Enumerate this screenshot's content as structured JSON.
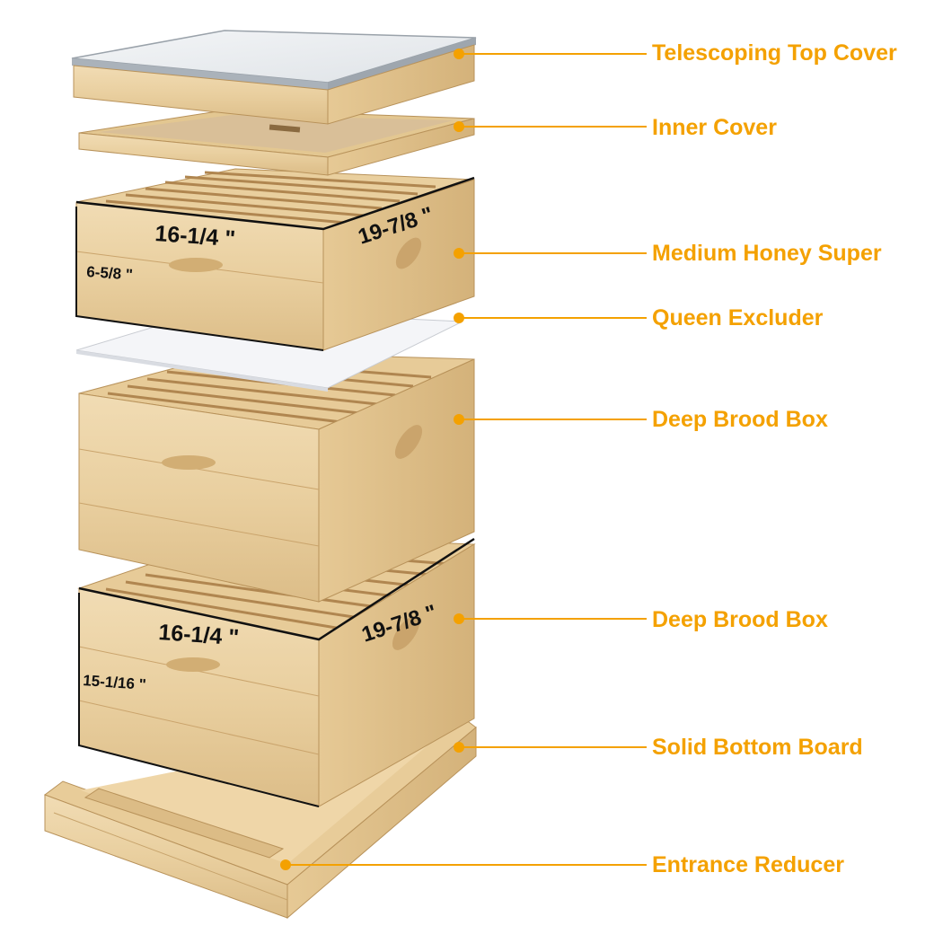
{
  "components": [
    {
      "label": "Telescoping Top Cover"
    },
    {
      "label": "Inner Cover"
    },
    {
      "label": "Medium Honey Super"
    },
    {
      "label": "Queen Excluder"
    },
    {
      "label": "Deep Brood Box"
    },
    {
      "label": "Deep Brood Box"
    },
    {
      "label": "Solid Bottom Board"
    },
    {
      "label": "Entrance Reducer"
    }
  ],
  "dimensions": {
    "super_width": "16-1/4 \"",
    "super_depth": "19-7/8 \"",
    "super_height": "6-5/8 \"",
    "brood_width": "16-1/4 \"",
    "brood_depth": "19-7/8 \"",
    "brood_height": "15-1/16 \""
  },
  "colors": {
    "callout": "#f4a100",
    "wood_light": "#f0d9b0",
    "wood_mid": "#e2c08c",
    "wood_dark": "#c9a26a",
    "metal": "#d8dde2"
  }
}
